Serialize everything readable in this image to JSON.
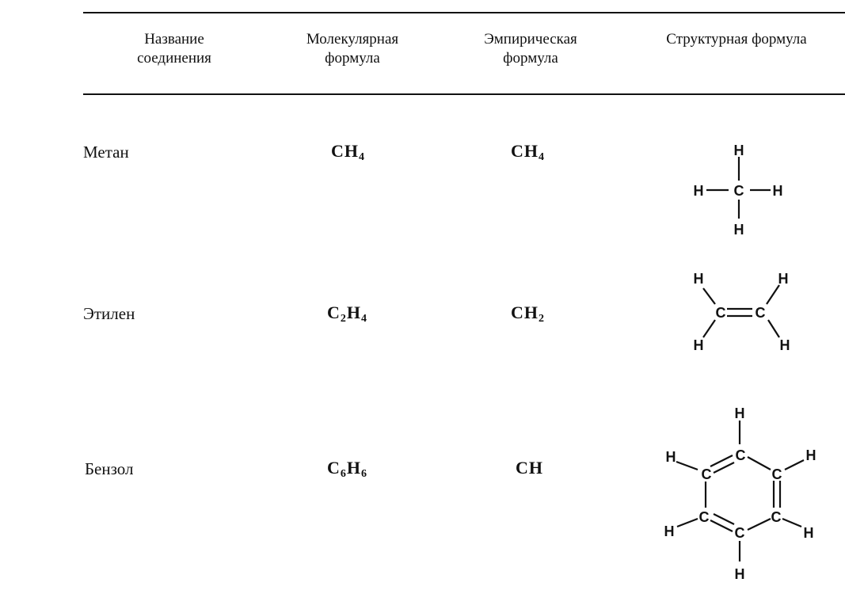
{
  "headers": {
    "name": [
      "Название",
      "соединения"
    ],
    "molecular": [
      "Молекулярная",
      "формула"
    ],
    "empirical": [
      "Эмпирическая",
      "формула"
    ],
    "structural": [
      "Структурная формула"
    ]
  },
  "rows": [
    {
      "name": "Метан",
      "molecular": [
        {
          "t": "CH"
        },
        {
          "s": "4"
        }
      ],
      "empirical": [
        {
          "t": "CH"
        },
        {
          "s": "4"
        }
      ]
    },
    {
      "name": "Этилен",
      "molecular": [
        {
          "t": "C"
        },
        {
          "s": "2"
        },
        {
          "t": "H"
        },
        {
          "s": "4"
        }
      ],
      "empirical": [
        {
          "t": "CH"
        },
        {
          "s": "2"
        }
      ]
    },
    {
      "name": "Бензол",
      "molecular": [
        {
          "t": "C"
        },
        {
          "s": "6"
        },
        {
          "t": "H"
        },
        {
          "s": "6"
        }
      ],
      "empirical": [
        {
          "t": "CH"
        }
      ]
    }
  ],
  "atoms": {
    "carbon": "C",
    "hydrogen": "H"
  }
}
